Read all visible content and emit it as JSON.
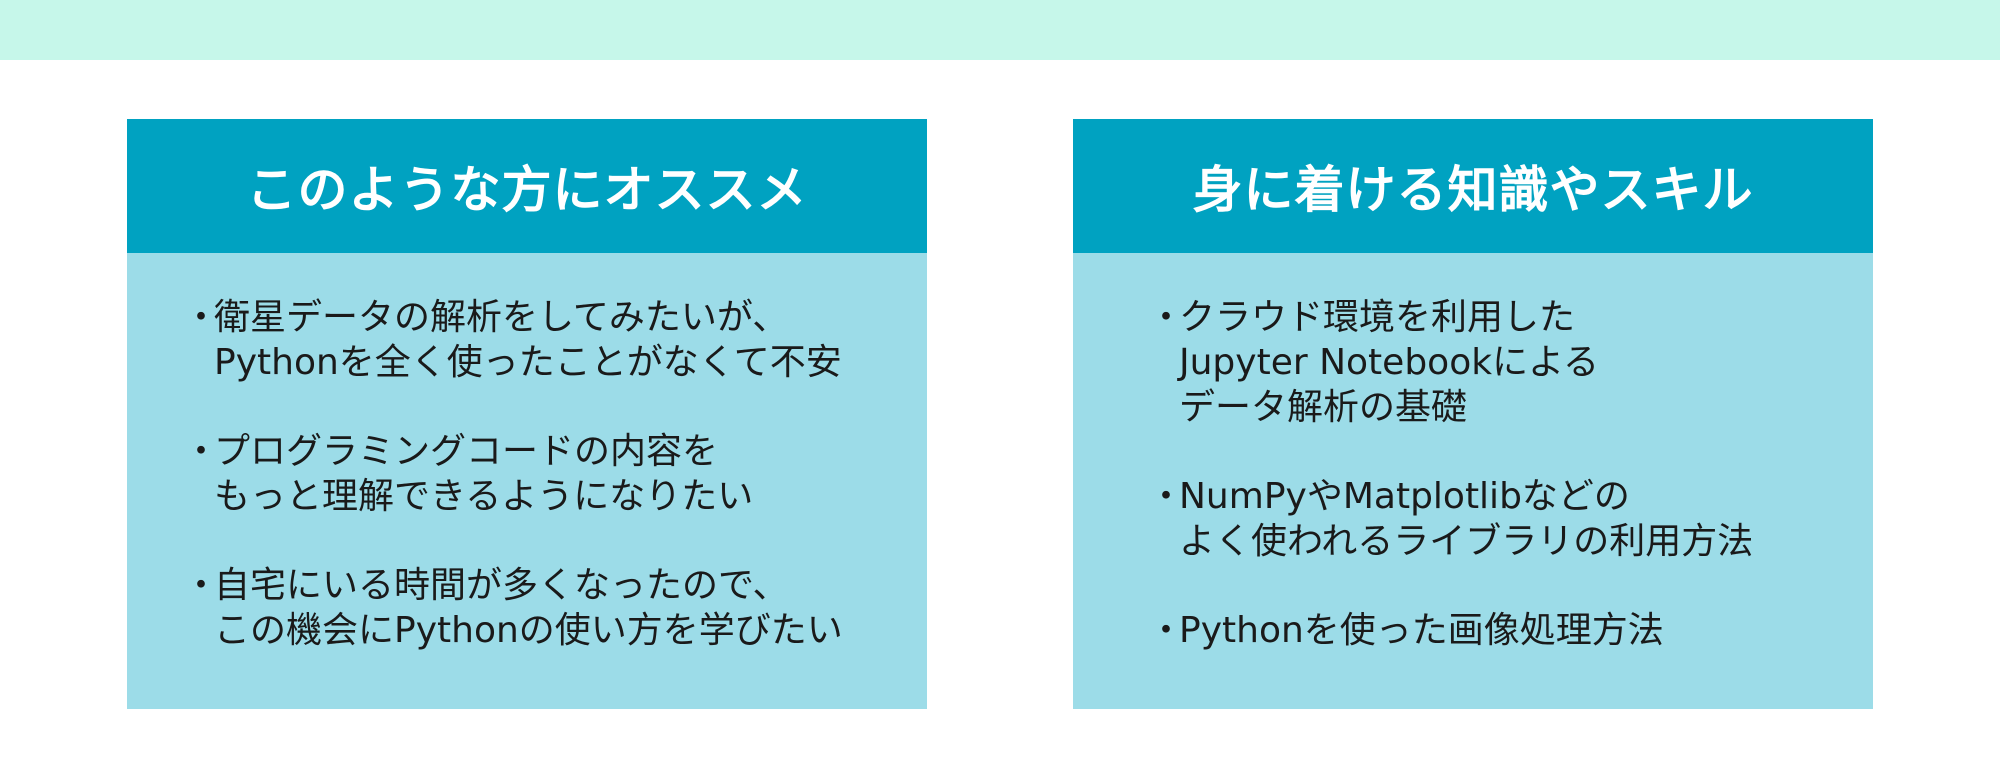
{
  "colors": {
    "top_band": "#c6f7ea",
    "header": "#00a2c1",
    "card_body": "#9cdce8",
    "text": "#1a1a1a",
    "title_text": "#ffffff"
  },
  "left_card": {
    "title": "このような方にオススメ",
    "bullet": "・",
    "items": [
      {
        "lines": [
          "衛星データの解析をしてみたいが、",
          "Pythonを全く使ったことがなくて不安"
        ]
      },
      {
        "lines": [
          "プログラミングコードの内容を",
          "もっと理解できるようになりたい"
        ]
      },
      {
        "lines": [
          "自宅にいる時間が多くなったので、",
          "この機会にPythonの使い方を学びたい"
        ]
      }
    ]
  },
  "right_card": {
    "title": "身に着ける知識やスキル",
    "bullet": "・",
    "items": [
      {
        "lines": [
          "クラウド環境を利用した",
          "Jupyter Notebookによる",
          "データ解析の基礎"
        ]
      },
      {
        "lines": [
          "NumPyやMatplotlibなどの",
          "よく使われるライブラリの利用方法"
        ]
      },
      {
        "lines": [
          "Pythonを使った画像処理方法"
        ]
      }
    ]
  }
}
